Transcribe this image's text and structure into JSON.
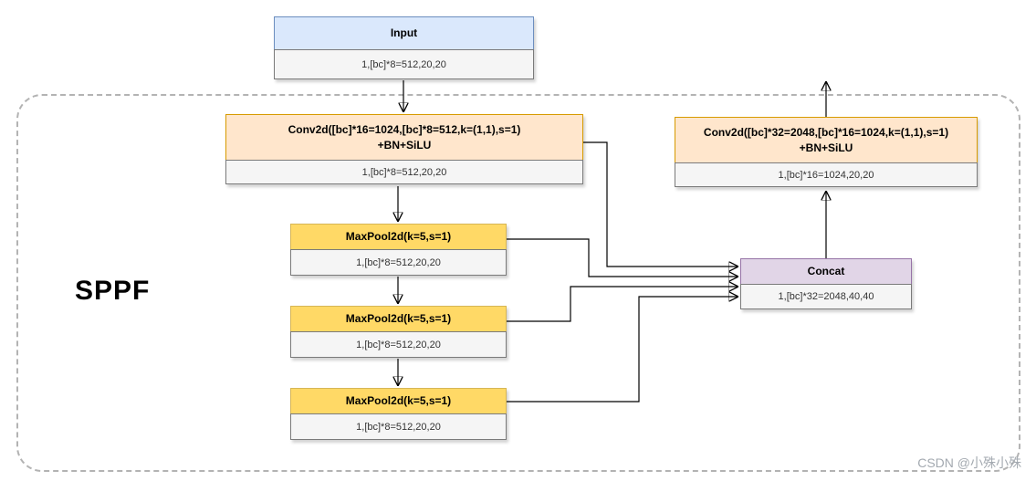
{
  "diagram": {
    "container_label": "SPPF",
    "watermark": "CSDN @小殊小殊",
    "nodes": {
      "input": {
        "title": "Input",
        "dims": "1,[bc]*8=512,20,20"
      },
      "conv1": {
        "title": "Conv2d([bc]*16=1024,[bc]*8=512,k=(1,1),s=1)",
        "subtitle": "+BN+SiLU",
        "dims": "1,[bc]*8=512,20,20"
      },
      "maxpool1": {
        "title": "MaxPool2d(k=5,s=1)",
        "dims": "1,[bc]*8=512,20,20"
      },
      "maxpool2": {
        "title": "MaxPool2d(k=5,s=1)",
        "dims": "1,[bc]*8=512,20,20"
      },
      "maxpool3": {
        "title": "MaxPool2d(k=5,s=1)",
        "dims": "1,[bc]*8=512,20,20"
      },
      "concat": {
        "title": "Concat",
        "dims": "1,[bc]*32=2048,40,40"
      },
      "conv2": {
        "title": "Conv2d([bc]*32=2048,[bc]*16=1024,k=(1,1),s=1)",
        "subtitle": "+BN+SiLU",
        "dims": "1,[bc]*16=1024,20,20"
      }
    },
    "colors": {
      "input_header": "#dae8fc",
      "input_border": "#6c8ebf",
      "conv_header": "#ffe6cc",
      "conv_border": "#d79b00",
      "maxpool_header": "#ffd966",
      "maxpool_border": "#d6b656",
      "concat_header": "#e1d5e7",
      "concat_border": "#9673a6",
      "dims_bg": "#f5f5f5",
      "dims_border": "#7a7a7a",
      "container_border": "#b3b3b3",
      "wire": "#000000"
    }
  }
}
